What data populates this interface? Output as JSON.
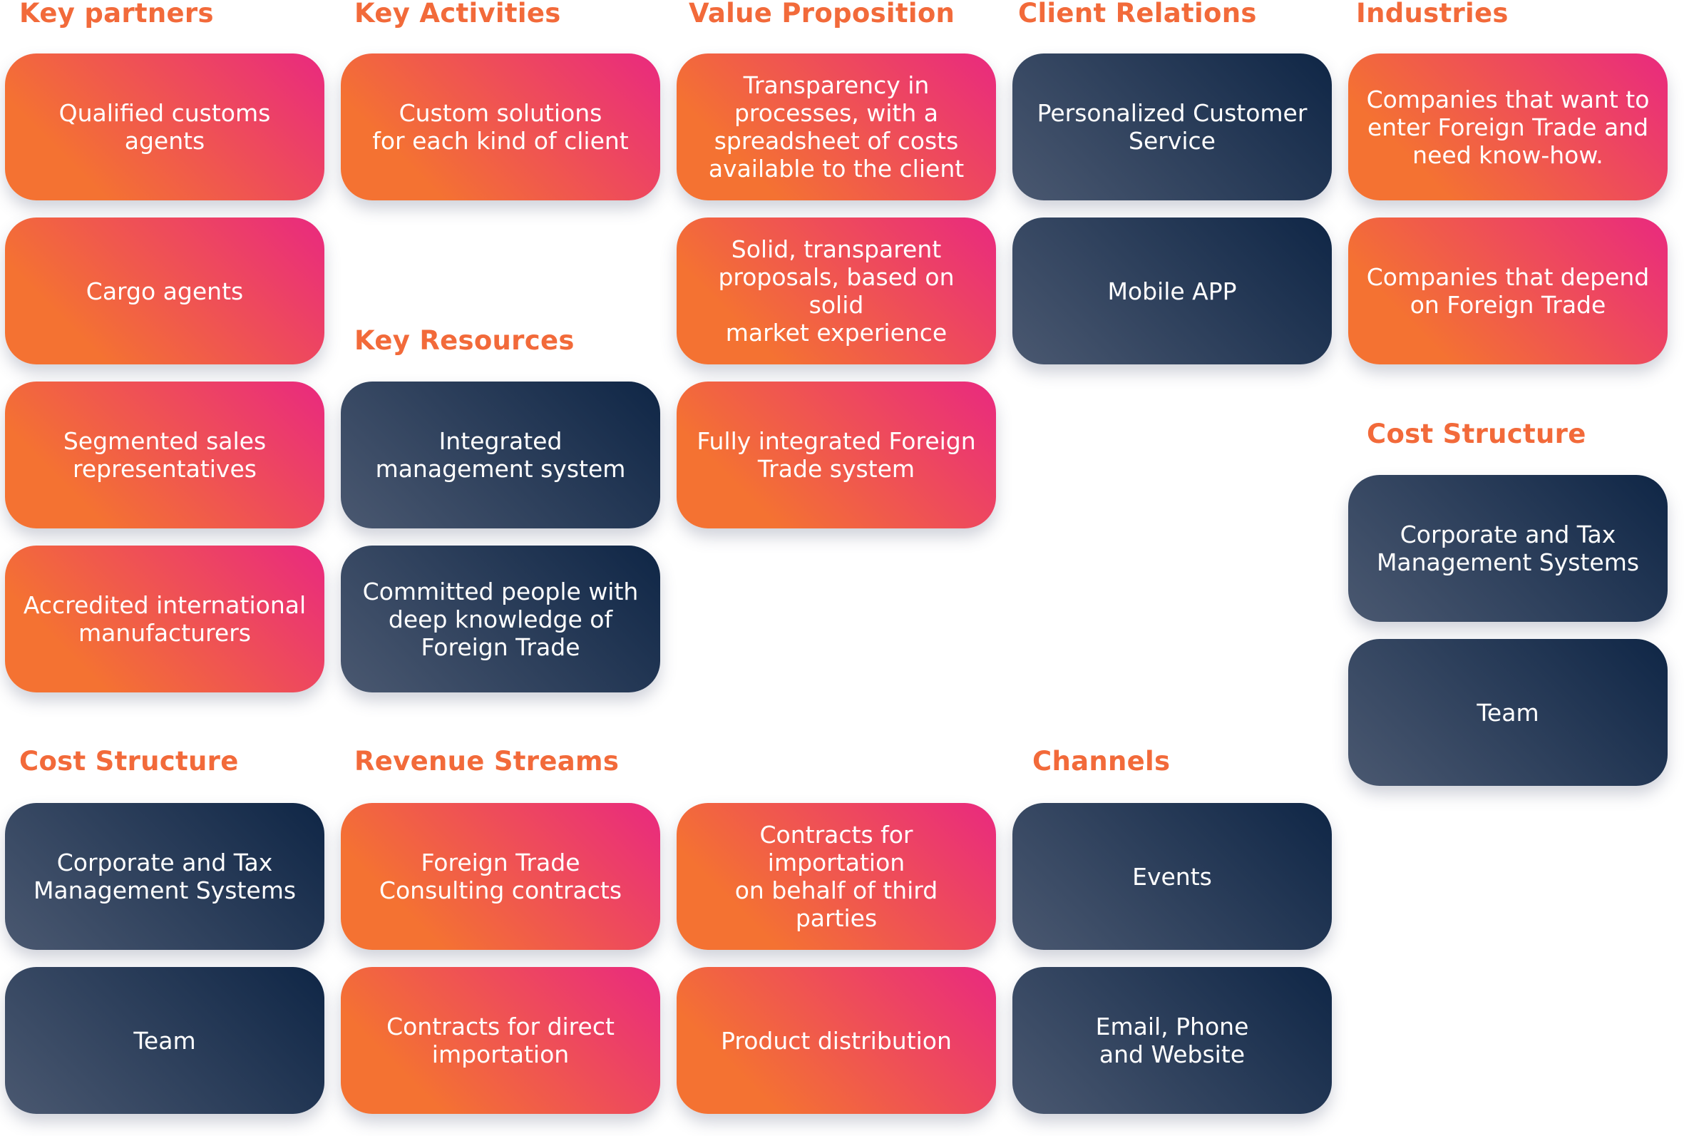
{
  "headings": {
    "key_partners": "Key partners",
    "key_activities": "Key Activities",
    "value_proposition": "Value Proposition",
    "client_relations": "Client Relations",
    "industries": "Industries",
    "key_resources": "Key Resources",
    "cost_structure_right": "Cost Structure",
    "cost_structure": "Cost Structure",
    "revenue_streams": "Revenue Streams",
    "channels": "Channels"
  },
  "cards": {
    "qualified_customs_agents": "Qualified customs\nagents",
    "cargo_agents": "Cargo agents",
    "segmented_sales": "Segmented sales\nrepresentatives",
    "accredited_manufacturers": "Accredited international\nmanufacturers",
    "custom_solutions": "Custom solutions\nfor each kind of client",
    "integrated_management": "Integrated\nmanagement system",
    "committed_people": "Committed people with\ndeep knowledge of\nForeign Trade",
    "transparency": "Transparency in\nprocesses, with a\nspreadsheet of costs\navailable to the client",
    "solid_proposals": "Solid, transparent\nproposals, based on solid\nmarket experience",
    "fully_integrated": "Fully integrated Foreign\nTrade system",
    "personalized_service": "Personalized Customer\nService",
    "mobile_app": "Mobile APP",
    "companies_enter": "Companies that want to\nenter Foreign Trade and\nneed know-how.",
    "companies_depend": "Companies that depend\non Foreign Trade",
    "right_corporate_tax": "Corporate and Tax\nManagement Systems",
    "right_team": "Team",
    "corporate_tax": "Corporate and Tax\nManagement Systems",
    "team": "Team",
    "consulting_contracts": "Foreign Trade\nConsulting contracts",
    "direct_importation": "Contracts for direct\nimportation",
    "third_party_importation": "Contracts for importation\non behalf of third parties",
    "product_distribution": "Product distribution",
    "events": "Events",
    "email_phone_website": "Email, Phone\nand Website"
  },
  "colors": {
    "heading": "#f26a3a",
    "orange_start": "#f47232",
    "orange_end": "#e9297f",
    "navy_start": "#4a5870",
    "navy_end": "#0f2646"
  }
}
